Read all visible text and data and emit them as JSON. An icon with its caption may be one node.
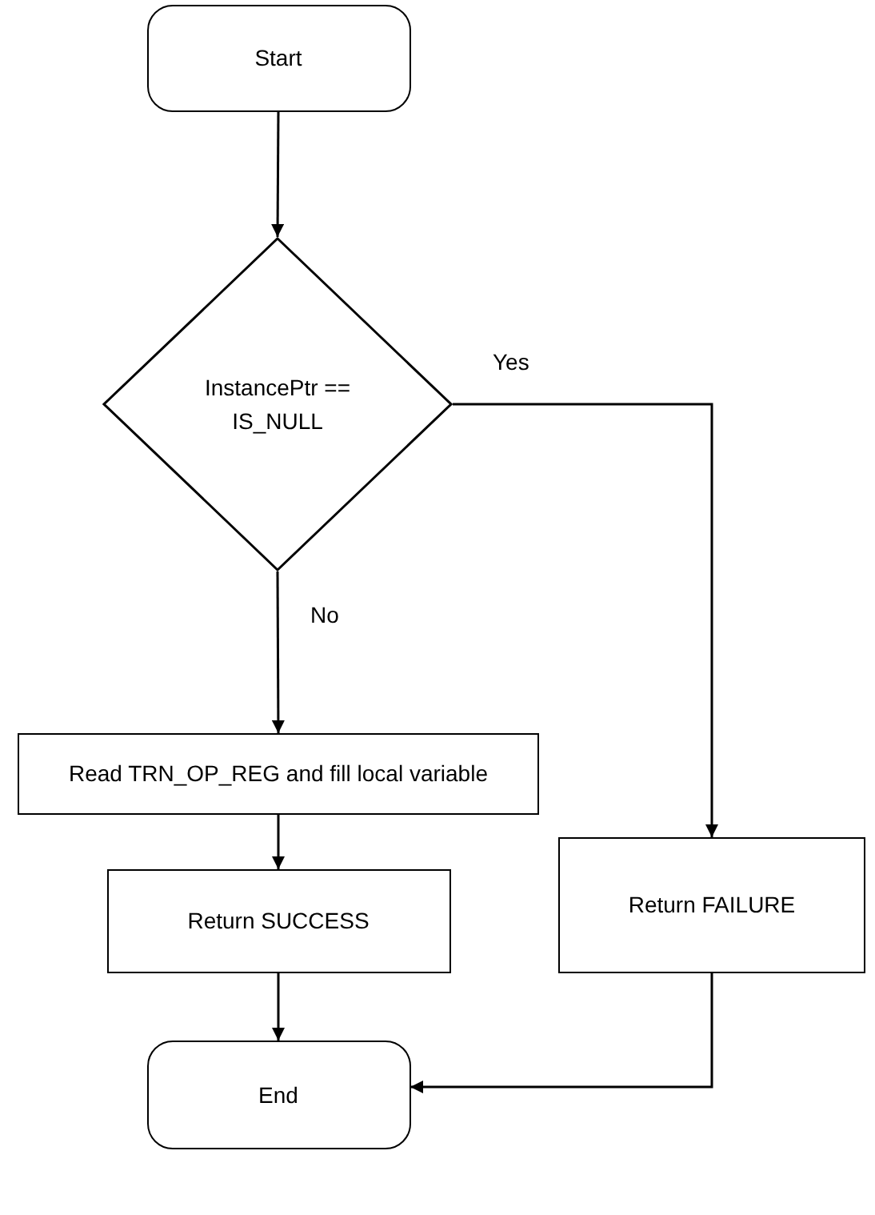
{
  "diagram": {
    "nodes": [
      {
        "text": [
          "Start"
        ]
      },
      {
        "text": [
          "InstancePtr == IS_NULL"
        ]
      },
      {
        "text": [
          "Read TRN_OP_REG and fill local variable"
        ]
      },
      {
        "text": [
          "Return SUCCESS"
        ]
      },
      {
        "text": [
          "Return FAILURE"
        ]
      },
      {
        "text": [
          "End"
        ]
      }
    ],
    "edges": [
      {
        "from": 0,
        "to": 1,
        "arrow": "to"
      },
      {
        "from": 1,
        "to": 4,
        "arrow": "to",
        "label": "Yes"
      },
      {
        "from": 1,
        "to": 2,
        "arrow": "to",
        "label": "No"
      },
      {
        "from": 2,
        "to": 3,
        "arrow": "to"
      },
      {
        "from": 3,
        "to": 5,
        "arrow": "to"
      },
      {
        "from": 4,
        "to": 5,
        "arrow": "to"
      }
    ]
  }
}
